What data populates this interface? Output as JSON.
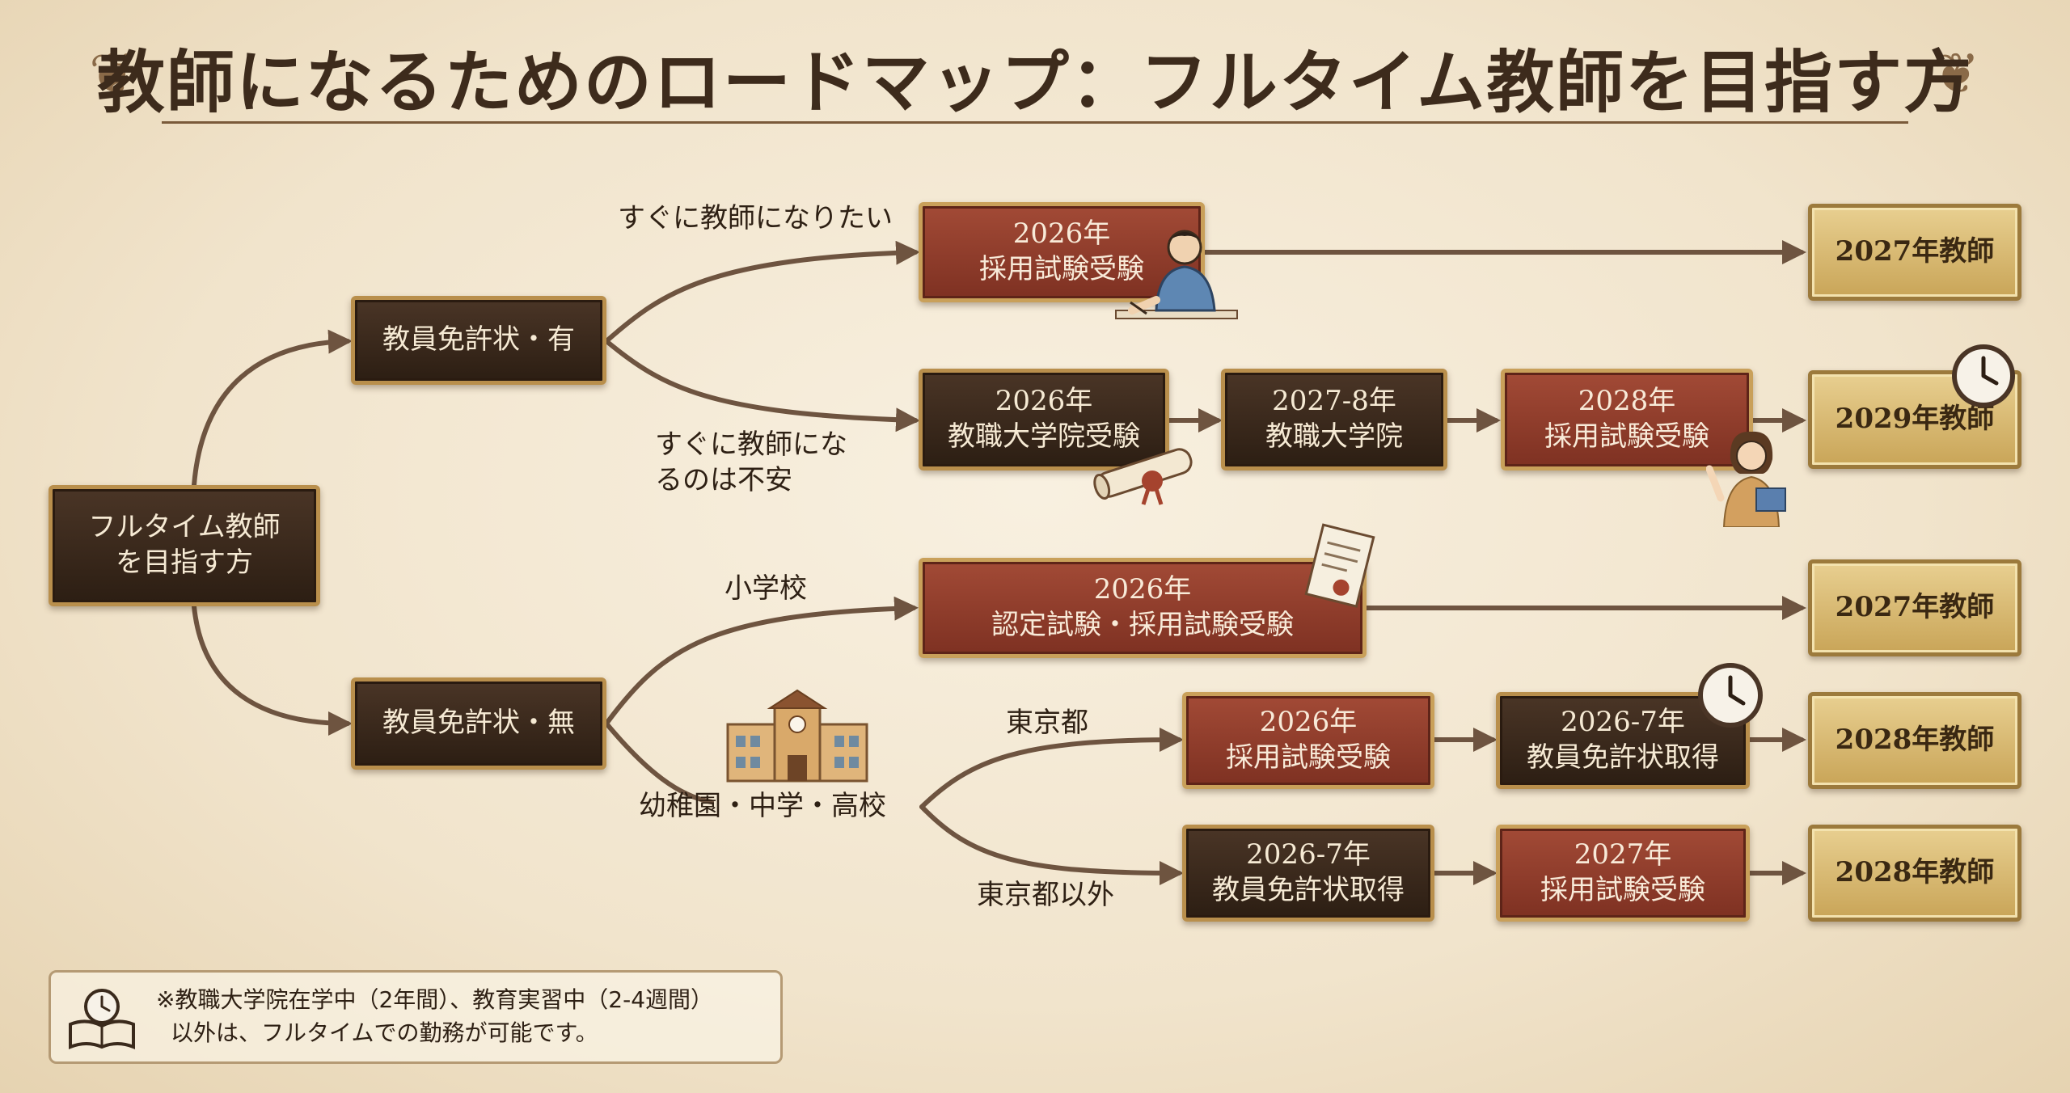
{
  "title": "教師になるためのロードマップ：フルタイム教師を目指す方",
  "nodes": {
    "start": "フルタイム教師\nを目指す方",
    "license_yes": "教員免許状・有",
    "license_no": "教員免許状・無",
    "exam_2026_a": "2026年\n採用試験受験",
    "teacher_2027_a": "2027年教師",
    "grad_exam_2026": "2026年\n教職大学院受験",
    "grad_school_2027": "2027-8年\n教職大学院",
    "exam_2028": "2028年\n採用試験受験",
    "teacher_2029": "2029年教師",
    "cert_exam_2026": "2026年\n認定試験・採用試験受験",
    "teacher_2027_b": "2027年教師",
    "exam_2026_tokyo": "2026年\n採用試験受験",
    "license_2026_tokyo": "2026-7年\n教員免許状取得",
    "teacher_2028_tokyo": "2028年教師",
    "license_2026_other": "2026-7年\n教員免許状取得",
    "exam_2027_other": "2027年\n採用試験受験",
    "teacher_2028_other": "2028年教師"
  },
  "labels": {
    "asap": "すぐに教師になりたい",
    "anxious": "すぐに教師にな\nるのは不安",
    "elementary": "小学校",
    "other_schools": "幼稚園・中学・高校",
    "tokyo": "東京都",
    "not_tokyo": "東京都以外"
  },
  "note": {
    "line1": "※教職大学院在学中（2年間）、教育実習中（2-4週間）",
    "line2": "以外は、フルタイムでの勤務が可能です。"
  },
  "colors": {
    "dark_box": "#3a2819",
    "red_box": "#913c2b",
    "gold_box": "#d8bb74",
    "frame": "#b98f4c",
    "arrow": "#6e5440"
  },
  "icons": [
    "studying-person-icon",
    "diploma-scroll-icon",
    "clock-icon",
    "woman-with-book-icon",
    "certificate-icon",
    "school-building-icon",
    "clock-icon",
    "book-clock-icon"
  ]
}
